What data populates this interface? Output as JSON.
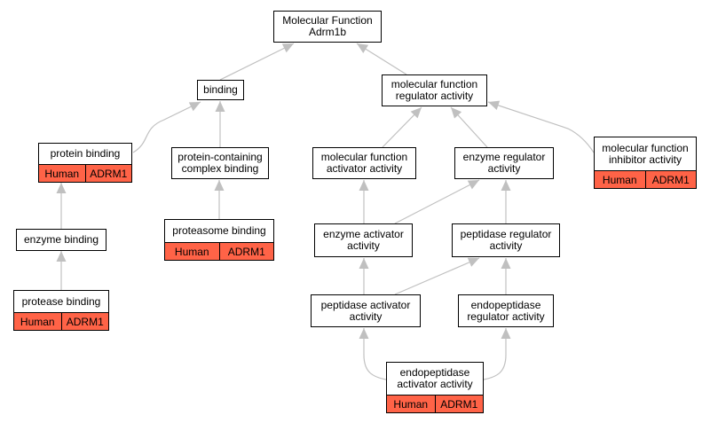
{
  "nodes": {
    "mf_root": {
      "lines": [
        "Molecular Function",
        "Adrm1b"
      ]
    },
    "binding": {
      "lines": [
        "binding"
      ]
    },
    "mf_regulator": {
      "lines": [
        "molecular function",
        "regulator activity"
      ]
    },
    "protein_binding": {
      "lines": [
        "protein binding"
      ],
      "annotation": [
        "Human",
        "ADRM1"
      ]
    },
    "protein_complex_binding": {
      "lines": [
        "protein-containing",
        "complex binding"
      ]
    },
    "mf_activator": {
      "lines": [
        "molecular function",
        "activator activity"
      ]
    },
    "enzyme_regulator": {
      "lines": [
        "enzyme regulator",
        "activity"
      ]
    },
    "mf_inhibitor": {
      "lines": [
        "molecular function",
        "inhibitor activity"
      ],
      "annotation": [
        "Human",
        "ADRM1"
      ]
    },
    "enzyme_binding": {
      "lines": [
        "enzyme binding"
      ]
    },
    "proteasome_binding": {
      "lines": [
        "proteasome binding"
      ],
      "annotation": [
        "Human",
        "ADRM1"
      ]
    },
    "enzyme_activator": {
      "lines": [
        "enzyme activator",
        "activity"
      ]
    },
    "peptidase_regulator": {
      "lines": [
        "peptidase regulator",
        "activity"
      ]
    },
    "protease_binding": {
      "lines": [
        "protease binding"
      ],
      "annotation": [
        "Human",
        "ADRM1"
      ]
    },
    "peptidase_activator": {
      "lines": [
        "peptidase activator",
        "activity"
      ]
    },
    "endopeptidase_regulator": {
      "lines": [
        "endopeptidase",
        "regulator activity"
      ]
    },
    "endopeptidase_activator": {
      "lines": [
        "endopeptidase",
        "activator activity"
      ],
      "annotation": [
        "Human",
        "ADRM1"
      ]
    }
  },
  "colors": {
    "annotation_fill": "#ff6347",
    "edge": "#c0c0c0",
    "border": "#000000"
  }
}
